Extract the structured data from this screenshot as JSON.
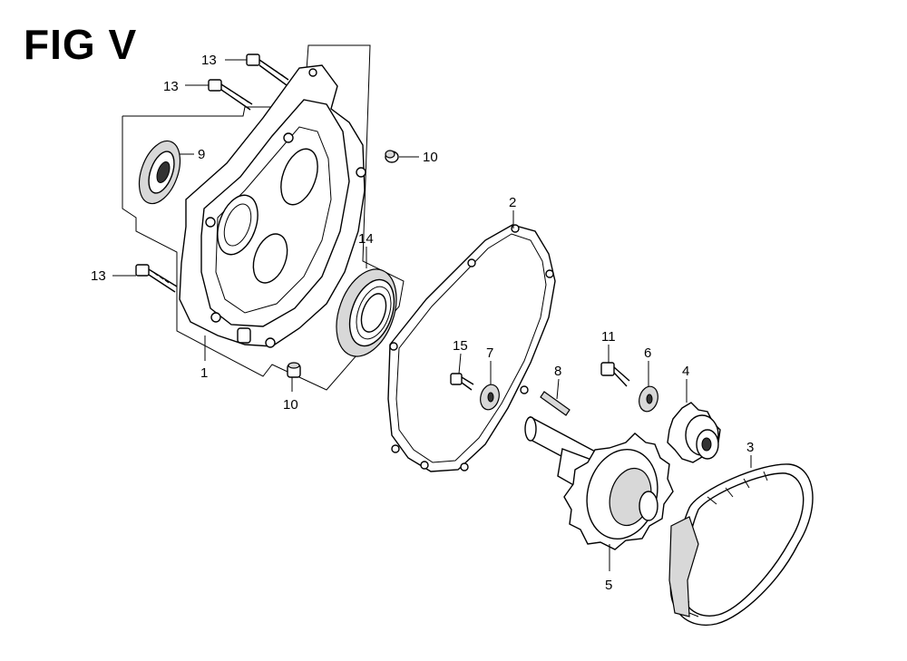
{
  "figure": {
    "title": "FIG V"
  },
  "callouts": [
    {
      "id": "c13a",
      "text": "13"
    },
    {
      "id": "c13b",
      "text": "13"
    },
    {
      "id": "c9",
      "text": "9"
    },
    {
      "id": "c10a",
      "text": "10"
    },
    {
      "id": "c2",
      "text": "2"
    },
    {
      "id": "c14",
      "text": "14"
    },
    {
      "id": "c13c",
      "text": "13"
    },
    {
      "id": "c15",
      "text": "15"
    },
    {
      "id": "c7",
      "text": "7"
    },
    {
      "id": "c8",
      "text": "8"
    },
    {
      "id": "c11",
      "text": "11"
    },
    {
      "id": "c6",
      "text": "6"
    },
    {
      "id": "c4",
      "text": "4"
    },
    {
      "id": "c3",
      "text": "3"
    },
    {
      "id": "c1",
      "text": "1"
    },
    {
      "id": "c10b",
      "text": "10"
    },
    {
      "id": "c5",
      "text": "5"
    }
  ]
}
